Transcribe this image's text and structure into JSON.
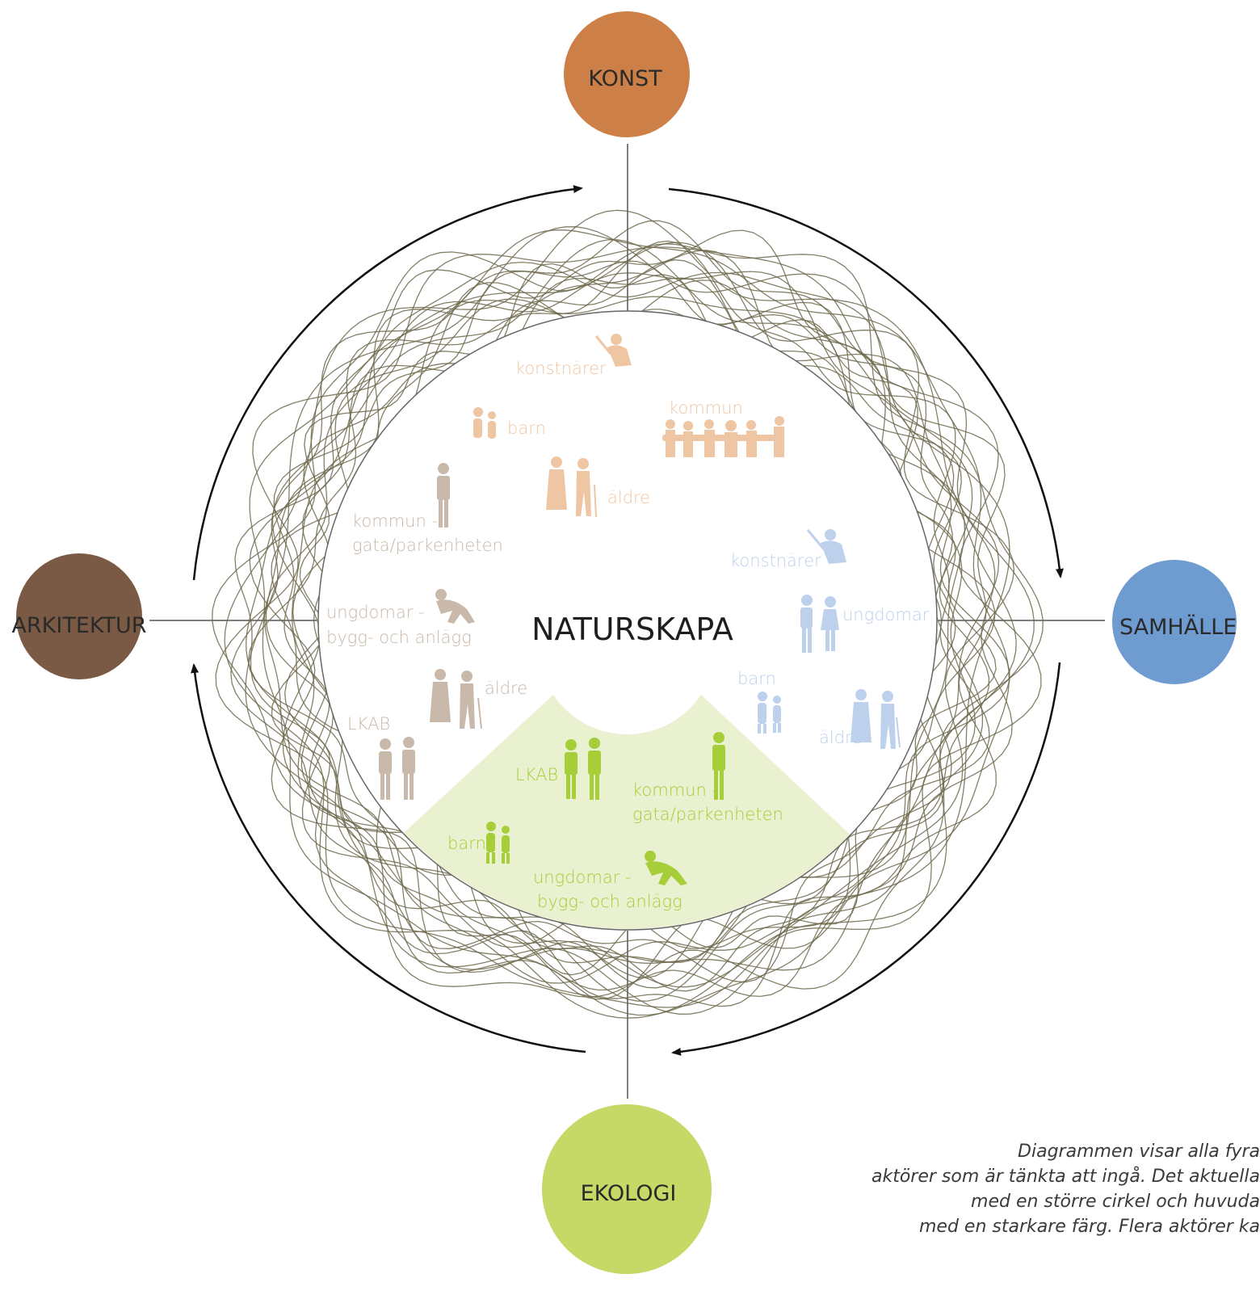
{
  "nodes": {
    "konst": {
      "label": "KONST",
      "color": "#cc7f47"
    },
    "samhalle": {
      "label": "SAMHÄLLE",
      "color": "#6e9bd0"
    },
    "ekologi": {
      "label": "EKOLOGI",
      "color": "#c6d966"
    },
    "arkitektur": {
      "label": "ARKITEKTUR",
      "color": "#7a5a44"
    }
  },
  "center_title": "NATURSKAPA",
  "konst_group": {
    "color": "#efc6a4",
    "konstnarer": "konstnärer",
    "kommun": "kommun",
    "barn": "barn",
    "aldre": "äldre"
  },
  "arkitektur_group": {
    "color": "#c8b9ab",
    "kommun_line1": "kommun -",
    "kommun_line2": "gata/parkenheten",
    "ungdomar_line1": "ungdomar -",
    "ungdomar_line2": "bygg- och anlägg",
    "aldre": "äldre",
    "lkab": "LKAB"
  },
  "samhalle_group": {
    "color": "#bdd0ec",
    "konstnarer": "konstnärer",
    "ungdomar": "ungdomar",
    "barn": "barn",
    "aldre": "äldre"
  },
  "ekologi_group": {
    "color": "#a6ce39",
    "sector_fill": "#e9f1d0",
    "lkab": "LKAB",
    "kommun_line1": "kommun -",
    "kommun_line2": "gata/parkenheten",
    "barn": "barn",
    "ungdomar_line1": "ungdomar -",
    "ungdomar_line2": "bygg- och anlägg"
  },
  "note_lines": [
    "Diagrammen visar alla fyra",
    "aktörer som är tänkta att ingå. Det aktuella",
    "med en större cirkel och huvuda",
    "med en starkare färg. Flera aktörer ka"
  ]
}
